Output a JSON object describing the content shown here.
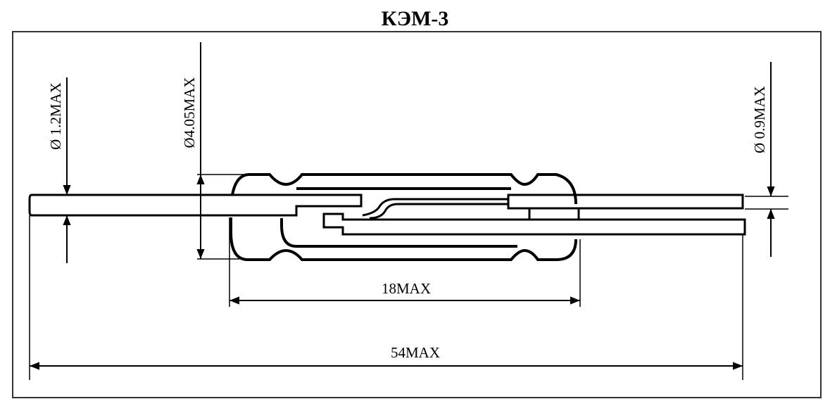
{
  "title": "КЭМ-3",
  "dimensions": {
    "lead_diameter_left": "Ø 1.2MAX",
    "body_diameter": "Ø4.05MAX",
    "lead_diameter_right": "Ø 0.9MAX",
    "body_length": "18MAX",
    "total_length": "54MAX"
  }
}
